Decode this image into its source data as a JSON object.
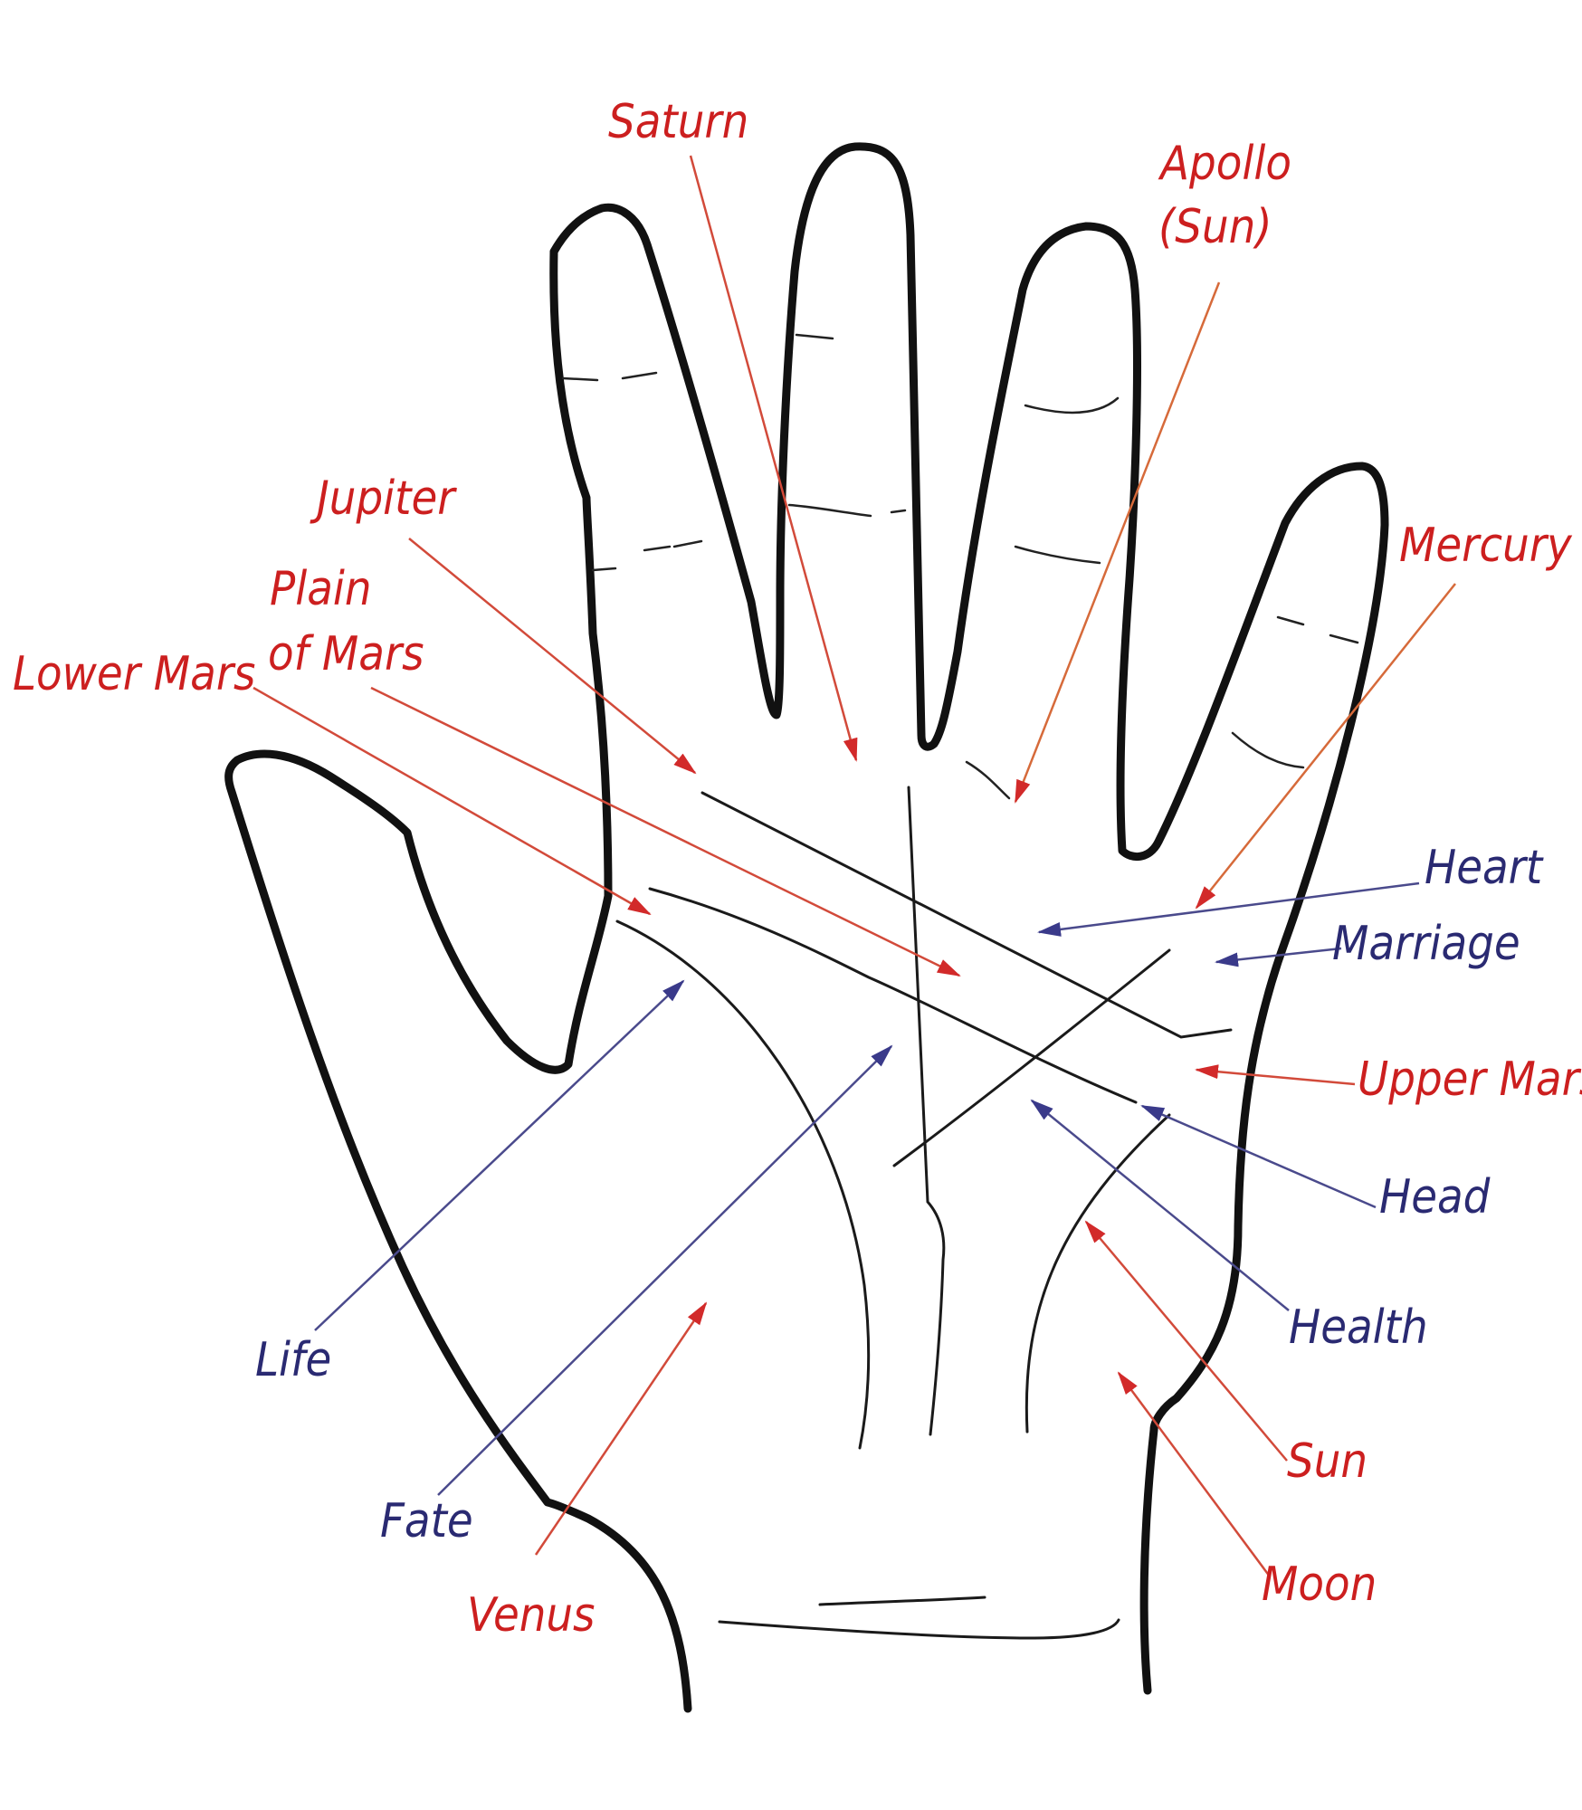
{
  "colors": {
    "mount": "#cc1f1f",
    "mount_arrow": "#d24a3a",
    "line": "#2a2a72",
    "line_arrow": "#4a4a8c",
    "outline": "#111111"
  },
  "mounts": {
    "saturn": "Saturn",
    "apollo_1": "Apollo",
    "apollo_2": "(Sun)",
    "jupiter": "Jupiter",
    "plain_1": "Plain",
    "plain_2": "of Mars",
    "lower_mars": "Lower Mars",
    "mercury": "Mercury",
    "upper_mars": "Upper Mars",
    "sun": "Sun",
    "moon": "Moon",
    "venus": "Venus"
  },
  "lines": {
    "heart": "Heart",
    "marriage": "Marriage",
    "head": "Head",
    "health": "Health",
    "life": "Life",
    "fate": "Fate"
  }
}
